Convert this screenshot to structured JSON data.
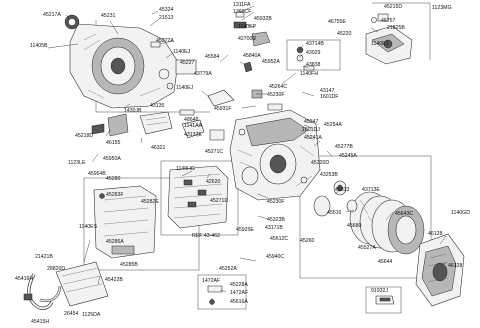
{
  "labels": [
    "45217A",
    "45231",
    "21513",
    "45324",
    "1311FA",
    "1360CF",
    "45932B",
    "45215D",
    "1123MG",
    "11405B",
    "45272A",
    "1140EJ",
    "1140EP",
    "42700E",
    "46755E",
    "46757",
    "21825B",
    "1140EJ",
    "45220",
    "45584",
    "45227",
    "45840A",
    "43714B",
    "43929",
    "43838",
    "1140FH",
    "45952A",
    "43779A",
    "1140EJ",
    "1430JB",
    "45264C",
    "45230F",
    "43147",
    "1601DF",
    "43135",
    "45931F",
    "48648",
    "1141AA",
    "43137E",
    "45347",
    "1601DJ",
    "45254A",
    "45241A",
    "45218D",
    "46155",
    "46321",
    "45271C",
    "45277B",
    "45245A",
    "1123LE",
    "45950A",
    "1140HG",
    "45320D",
    "43253B",
    "45954B",
    "45280",
    "45283F",
    "45282E",
    "42620",
    "45271D",
    "45813",
    "43713E",
    "45230F",
    "45516",
    "1140GD",
    "45643C",
    "1140ES",
    "45323B",
    "43171B",
    "45680",
    "46128",
    "45527A",
    "45286A",
    "REF 43-462",
    "45925E",
    "45612C",
    "45260",
    "45644",
    "46128",
    "45940C",
    "21421B",
    "45285B",
    "45252A",
    "45228A",
    "1472AF",
    "1472AF",
    "45616A",
    "28820D",
    "45416H",
    "45422B",
    "91932J",
    "26454",
    "1125DA",
    "45415H"
  ]
}
